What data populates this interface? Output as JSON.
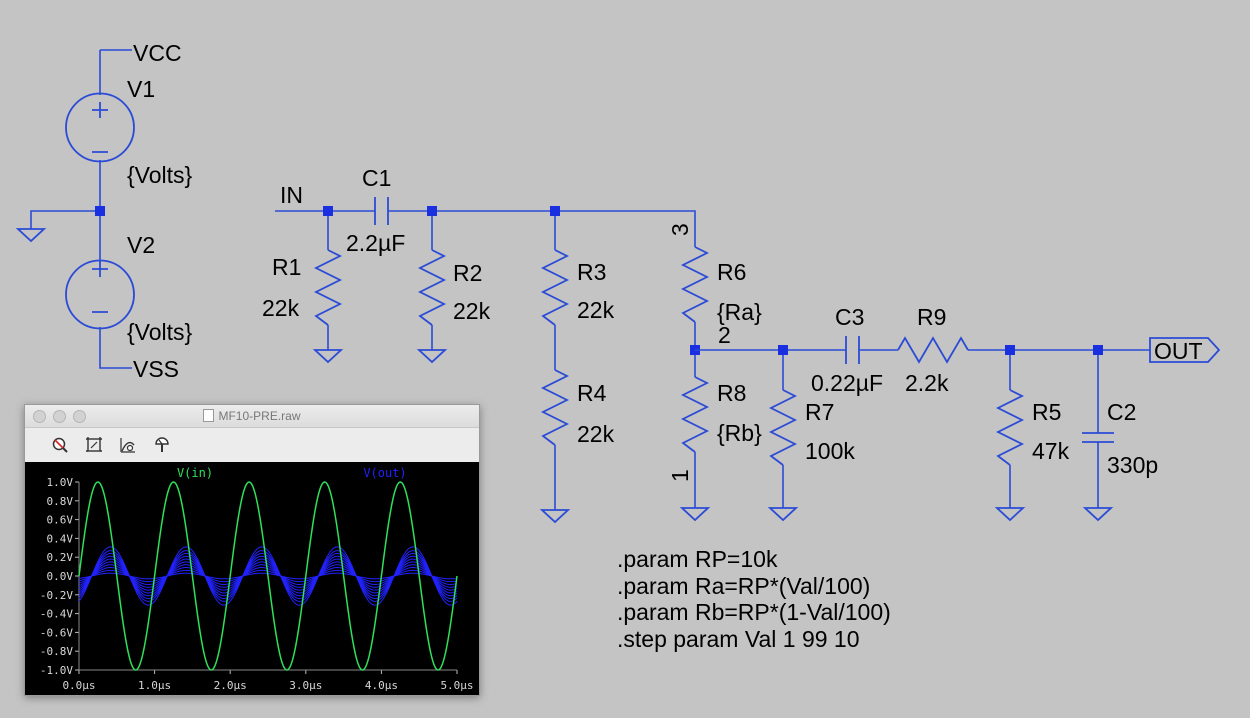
{
  "labels": {
    "vcc": "VCC",
    "v1": "V1",
    "v1_val": "{Volts}",
    "v2": "V2",
    "v2_val": "{Volts}",
    "vss": "VSS",
    "in": "IN",
    "c1": "C1",
    "c1_val": "2.2µF",
    "r1": "R1",
    "r1_val": "22k",
    "r2": "R2",
    "r2_val": "22k",
    "r3": "R3",
    "r3_val": "22k",
    "r4": "R4",
    "r4_val": "22k",
    "pin3": "3",
    "r6": "R6",
    "r6_val": "{Ra}",
    "pin2": "2",
    "r8": "R8",
    "r8_val": "{Rb}",
    "pin1": "1",
    "r7": "R7",
    "r7_val": "100k",
    "c3": "C3",
    "c3_val": "0.22µF",
    "r9": "R9",
    "r9_val": "2.2k",
    "r5": "R5",
    "r5_val": "47k",
    "c2": "C2",
    "c2_val": "330p",
    "out": "OUT"
  },
  "directives": [
    ".param RP=10k",
    ".param Ra=RP*(Val/100)",
    ".param Rb=RP*(1-Val/100)",
    ".step param Val 1 99 10"
  ],
  "window": {
    "title": "MF10-PRE.raw"
  },
  "colors": {
    "wire": "#2b4bd6",
    "node": "#1a2fe0",
    "trace_in": "#2fe05a",
    "trace_out": "#2222ff"
  },
  "chart_data": {
    "type": "line",
    "x_unit": "µs",
    "xlim": [
      0,
      5
    ],
    "ylim": [
      -1,
      1
    ],
    "x_ticks": [
      "0.0µs",
      "1.0µs",
      "2.0µs",
      "3.0µs",
      "4.0µs",
      "5.0µs"
    ],
    "y_ticks": [
      "1.0V",
      "0.8V",
      "0.6V",
      "0.4V",
      "0.2V",
      "0.0V",
      "-0.2V",
      "-0.4V",
      "-0.6V",
      "-0.8V",
      "-1.0V"
    ],
    "series": [
      {
        "name": "V(in)",
        "color": "#2fe05a",
        "kind": "sine",
        "amplitude": 1.0,
        "period_us": 1.0,
        "phase_deg": 0
      },
      {
        "name": "V(out)",
        "color": "#2222ff",
        "kind": "stepped-sine",
        "amplitudes": [
          0.31,
          0.27,
          0.24,
          0.21,
          0.18,
          0.15,
          0.12,
          0.09,
          0.06,
          0.03
        ],
        "period_us": 1.0,
        "phase_deg": -60
      }
    ]
  }
}
